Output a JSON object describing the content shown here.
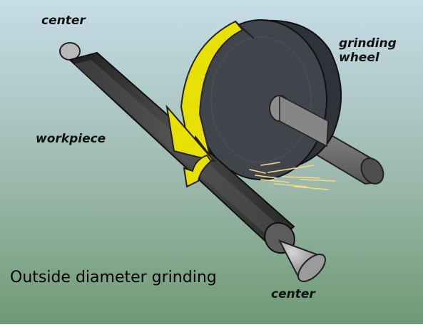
{
  "diagram": {
    "caption": "Outside diameter grinding",
    "labels": {
      "center_top": "center",
      "center_bottom": "center",
      "grinding_wheel_line1": "grinding",
      "grinding_wheel_line2": "wheel",
      "workpiece": "workpiece"
    },
    "colors": {
      "background_top": "#c7dde8",
      "background_bottom": "#6e9a74",
      "wheel": "#3a3c44",
      "arrow": "#e8e000",
      "workpiece": "#3b3b3b",
      "sparks": "#f4d98a"
    },
    "icons": [
      "rotation-arrow-icon",
      "feed-arrow-icon",
      "cone-center-icon"
    ]
  }
}
